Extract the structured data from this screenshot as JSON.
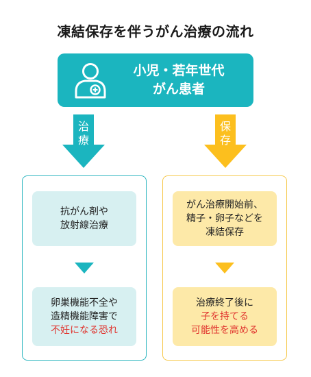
{
  "title": "凍結保存を伴うがん治療の流れ",
  "patient": {
    "line1": "小児・若年世代",
    "line2": "がん患者"
  },
  "branches": {
    "left": {
      "arrow_label_1": "治",
      "arrow_label_2": "療"
    },
    "right": {
      "arrow_label_1": "保",
      "arrow_label_2": "存"
    }
  },
  "left_column": {
    "step1": [
      "抗がん剤や",
      "放射線治療"
    ],
    "step2_line1": "卵巣機能不全や",
    "step2_line2": "造精機能障害で",
    "step2_line3_highlight": "不妊になる恐れ"
  },
  "right_column": {
    "step1": [
      "がん治療開始前、",
      "精子・卵子などを",
      "凍結保存"
    ],
    "step2_line1": "治療終了後に",
    "step2_line2_highlight": "子を持てる",
    "step2_line3_highlight": "可能性を高める"
  },
  "colors": {
    "teal": "#1bb5bf",
    "teal_light": "#d7f0f1",
    "yellow": "#fcbf1e",
    "yellow_light": "#fde9a8",
    "highlight_red": "#e0342e"
  }
}
